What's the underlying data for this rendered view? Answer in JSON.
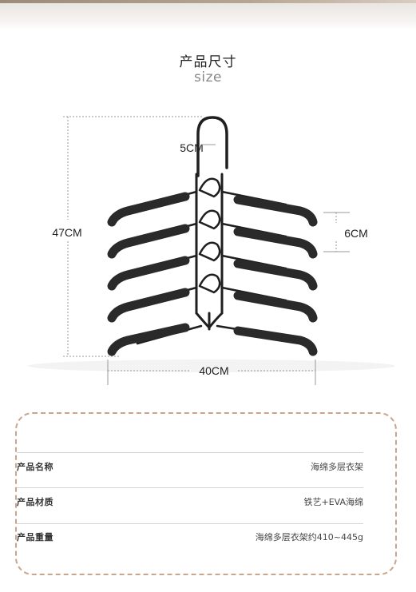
{
  "header": {
    "title": "产品尺寸",
    "subtitle": "size"
  },
  "dimensions": {
    "height": "47CM",
    "width": "40CM",
    "hook": "5CM",
    "spacing": "6CM"
  },
  "specs": [
    {
      "label": "产品名称",
      "value": "海绵多层衣架"
    },
    {
      "label": "产品材质",
      "value": "铁艺+EVA海绵"
    },
    {
      "label": "产品重量",
      "value": "海绵多层衣架约410~445g"
    }
  ],
  "colors": {
    "hanger": "#1f1f1f",
    "foam": "#2a2a2a",
    "box_border": "#c9a58e"
  }
}
